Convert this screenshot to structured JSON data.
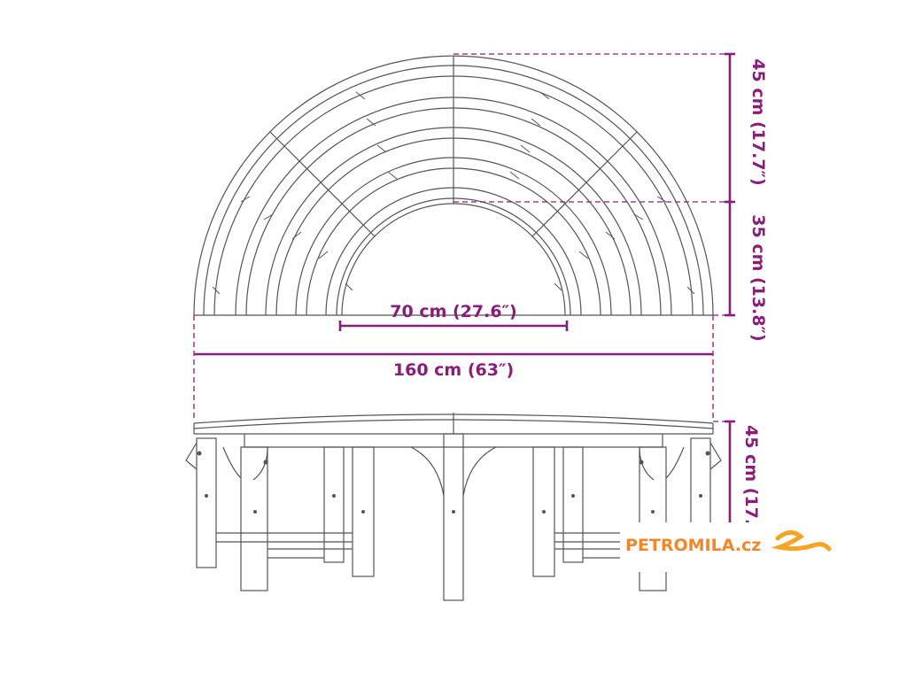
{
  "colors": {
    "dimension": "#8c1c7a",
    "drawing": "#555555",
    "logo_text": "#f0872c",
    "logo_swirl": "#f4a623"
  },
  "dimensions": {
    "top_depth": "45 cm (17.7″)",
    "seat_depth": "35 cm (13.8″)",
    "inner_width": "70 cm (27.6″)",
    "outer_width": "160 cm (63″)",
    "height": "45 cm (17.7″)"
  },
  "watermark": {
    "text": "PETROMILA.cz",
    "icon": "swirl-logo-icon"
  }
}
